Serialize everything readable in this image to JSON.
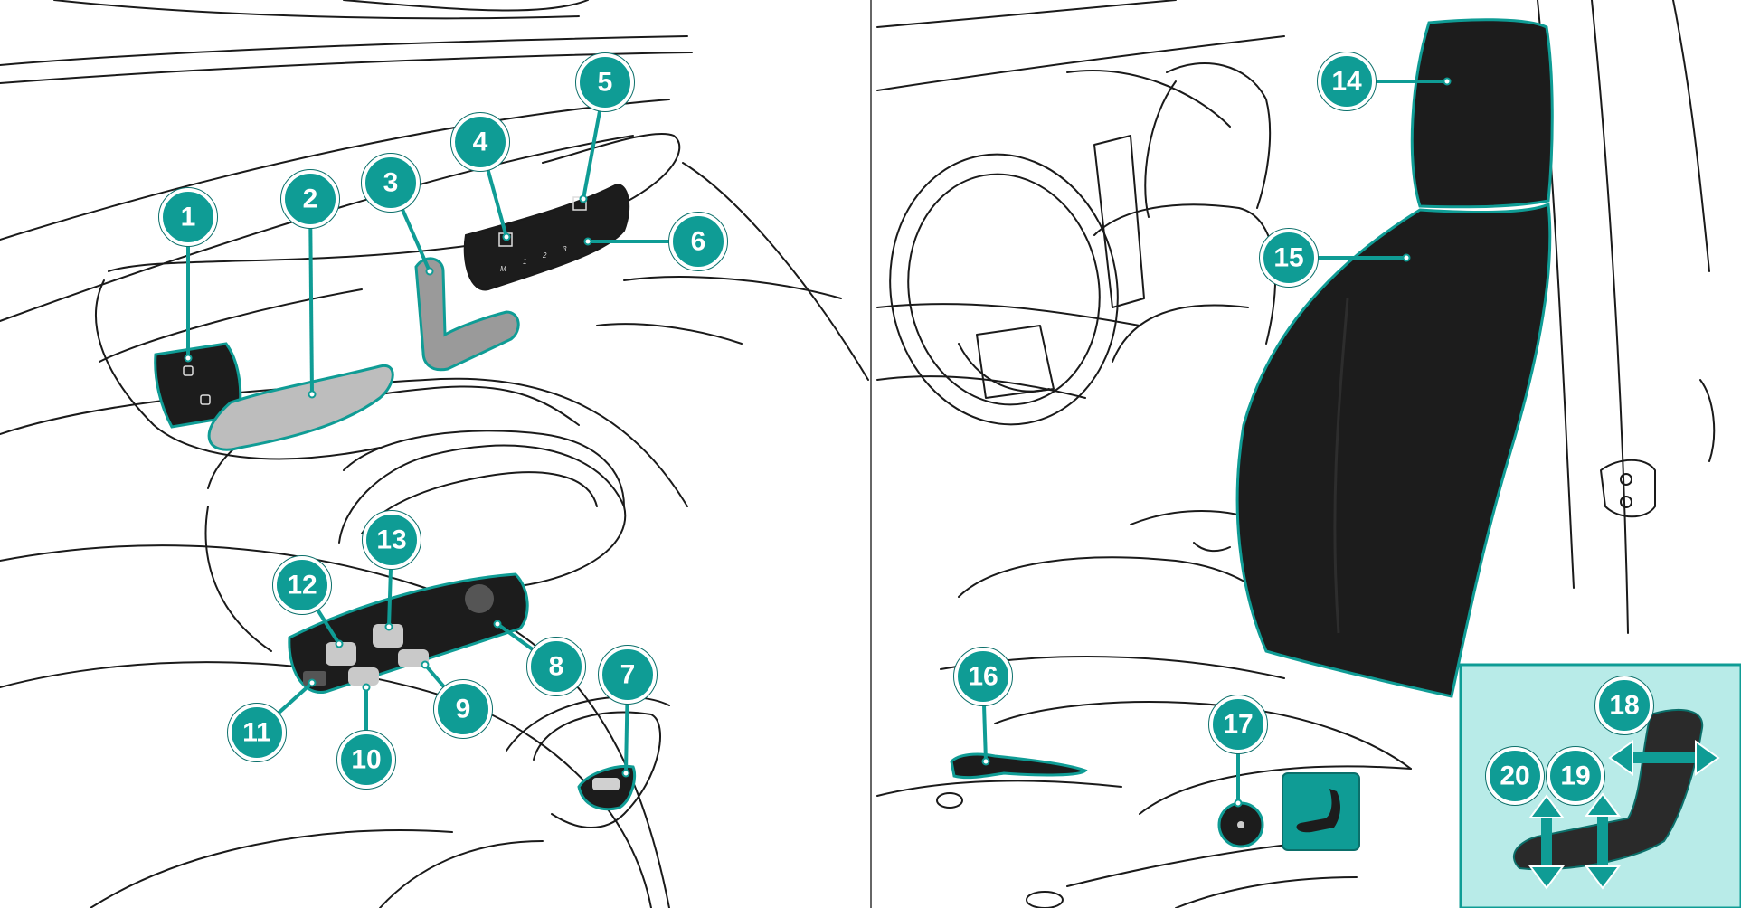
{
  "colors": {
    "accent": "#0f9c95",
    "accent_dark": "#0b6f6a",
    "inset_bg": "#b8ebe8",
    "line": "#1a1a1a",
    "component_dark": "#1c1c1c",
    "component_silver": "#c9c9c9"
  },
  "callouts": [
    {
      "number": "1",
      "target": "door-lock-unlock-switch"
    },
    {
      "number": "2",
      "target": "door-opening-handle"
    },
    {
      "number": "3",
      "target": "seat-adjustment-switch"
    },
    {
      "number": "4",
      "target": "seat-heating-button"
    },
    {
      "number": "5",
      "target": "seat-ventilation-button"
    },
    {
      "number": "6",
      "target": "memory-buttons"
    },
    {
      "number": "7",
      "target": "trunk-lid-switch"
    },
    {
      "number": "8",
      "target": "exterior-mirror-controls"
    },
    {
      "number": "9",
      "target": "rear-window-switch"
    },
    {
      "number": "10",
      "target": "front-window-switch"
    },
    {
      "number": "11",
      "target": "child-lock-button"
    },
    {
      "number": "12",
      "target": "front-left-window-switch"
    },
    {
      "number": "13",
      "target": "rear-left-window-switch"
    },
    {
      "number": "14",
      "target": "head-restraint"
    },
    {
      "number": "15",
      "target": "seat-backrest"
    },
    {
      "number": "16",
      "target": "seat-release-lever"
    },
    {
      "number": "17",
      "target": "lumbar-support-switch"
    },
    {
      "number": "18",
      "target": "seat-fore-aft-adjustment"
    },
    {
      "number": "19",
      "target": "seat-height-adjustment"
    },
    {
      "number": "20",
      "target": "seat-cushion-tilt-adjustment"
    }
  ],
  "panel_labels": {
    "memory_m": "M",
    "memory_1": "1",
    "memory_2": "2",
    "memory_3": "3"
  }
}
